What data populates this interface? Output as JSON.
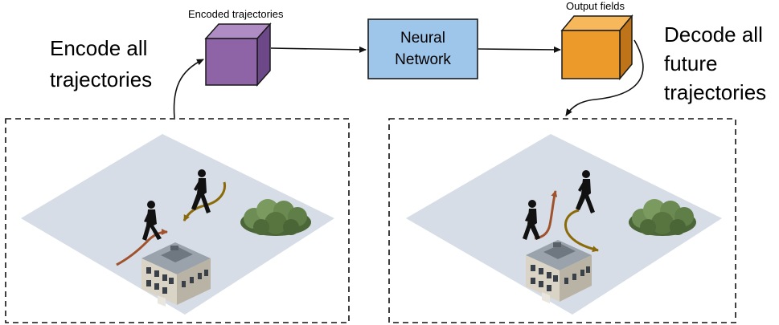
{
  "labels": {
    "encoded_trajectories": "Encoded trajectories",
    "output_fields": "Output fields",
    "encode_line1": "Encode all",
    "encode_line2": "trajectories",
    "neural_line1": "Neural",
    "neural_line2": "Network",
    "decode_line1": "Decode all",
    "decode_line2": "future",
    "decode_line3": "trajectories"
  },
  "colors": {
    "encoded_cube": "#8e64a6",
    "output_cube": "#ec9a2a",
    "neural_network_box": "#9ec5ea",
    "ground_plane": "#d7dde6",
    "past_trajectory": "#a0522d",
    "future_trajectory": "#8b6a0a",
    "bush": "#5d7a48"
  },
  "icons": {
    "pedestrian": "walking-person-icon",
    "building": "building-icon",
    "bush": "bush-icon"
  }
}
